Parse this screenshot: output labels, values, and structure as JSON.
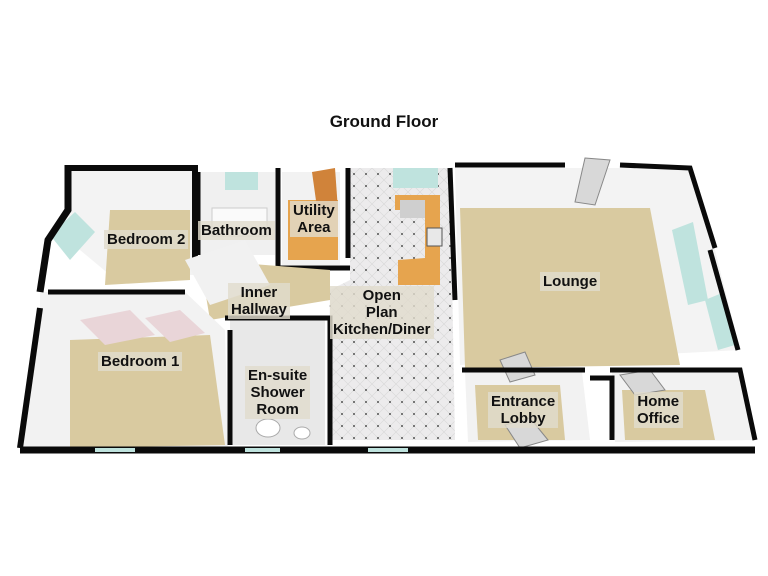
{
  "title": "Ground Floor",
  "colors": {
    "wall": "#0a0a0a",
    "carpet": "#d9caa0",
    "tile": "#ecebec",
    "wood": "#e6a44e",
    "wall_face": "#f4f4f4",
    "window": "#bfe3de",
    "label_bg": "#e1dccd"
  },
  "rooms": [
    {
      "id": "bedroom-2",
      "label": "Bedroom 2"
    },
    {
      "id": "bathroom",
      "label": "Bathroom"
    },
    {
      "id": "utility-area",
      "label": "Utility\nArea"
    },
    {
      "id": "lounge",
      "label": "Lounge"
    },
    {
      "id": "inner-hallway",
      "label": "Inner\nHallway"
    },
    {
      "id": "open-plan-kitchen-diner",
      "label": "Open\nPlan\nKitchen/Diner"
    },
    {
      "id": "bedroom-1",
      "label": "Bedroom 1"
    },
    {
      "id": "en-suite-shower-room",
      "label": "En-suite\nShower\nRoom"
    },
    {
      "id": "entrance-lobby",
      "label": "Entrance\nLobby"
    },
    {
      "id": "home-office",
      "label": "Home\nOffice"
    }
  ]
}
